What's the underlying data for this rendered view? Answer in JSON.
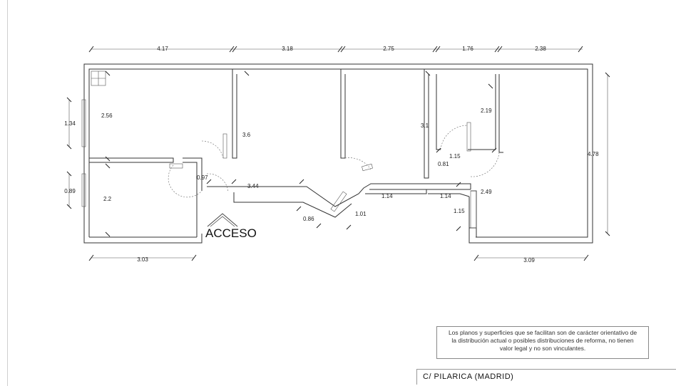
{
  "plan": {
    "access_label": "ACCESO",
    "dims": {
      "top_1": "4.17",
      "top_2": "3.18",
      "top_3": "2.75",
      "top_4": "1.76",
      "top_5": "2.38",
      "left_1": "1.34",
      "left_2": "0.89",
      "right_total": "4.78",
      "bottom_1": "3.03",
      "bottom_2": "3.09",
      "room_a": "2.56",
      "room_b": "2.2",
      "room_c": "3.6",
      "room_d": "3.1",
      "room_e": "2.19",
      "room_f": "2.49",
      "room_g": "1.15",
      "door_1": "0.97",
      "corr_1": "3.44",
      "corr_2": "0.86",
      "corr_3": "1.01",
      "corr_4": "1.14",
      "corr_5": "1.14",
      "corr_6": "1.15",
      "corr_7": "0.81"
    }
  },
  "disclaimer": {
    "line1": "Los planos y superficies que se facilitan son de carácter orientativo de",
    "line2": "la distribución actual o posibles distribuciones de reforma, no tienen",
    "line3": "valor legal y no son vinculantes."
  },
  "title": "C/  PILARICA   (MADRID)"
}
